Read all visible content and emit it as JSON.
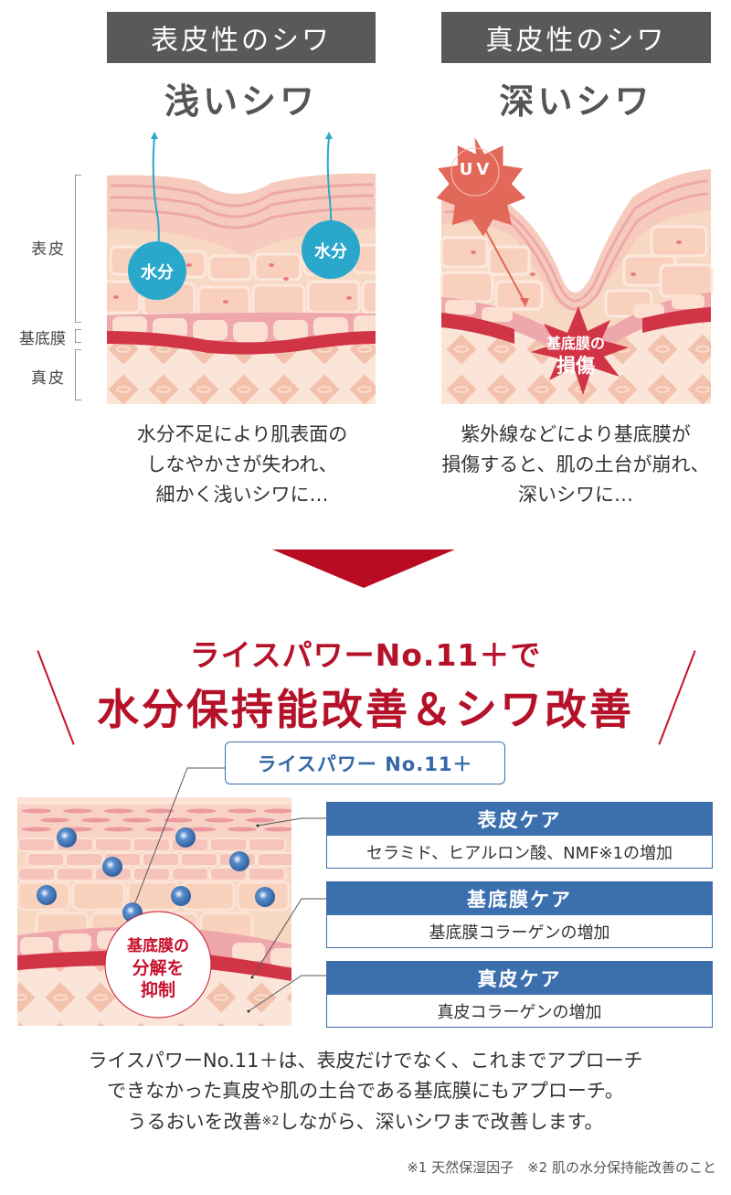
{
  "left_panel": {
    "type_label": "表皮性のシワ",
    "title": "浅いシワ",
    "bubble_label": "水分",
    "description": [
      "水分不足により肌表面の",
      "しなやかさが失われ、",
      "細かく浅いシワに…"
    ]
  },
  "right_panel": {
    "type_label": "真皮性のシワ",
    "title": "深いシワ",
    "uv_label": "UV",
    "damage_label_line1": "基底膜の",
    "damage_label_line2": "損傷",
    "description": [
      "紫外線などにより基底膜が",
      "損傷すると、肌の土台が崩れ、",
      "深いシワに…"
    ]
  },
  "layer_labels": {
    "epidermis": "表皮",
    "basement_membrane": "基底膜",
    "dermis": "真皮"
  },
  "headline": {
    "line1": "ライスパワーNo.11＋で",
    "line2": "水分保持能改善＆シワ改善"
  },
  "product": {
    "name": "ライスパワー No.11＋",
    "suppression_line1": "基底膜の",
    "suppression_line2": "分解を",
    "suppression_line3": "抑制"
  },
  "care_items": [
    {
      "title": "表皮ケア",
      "body": "セラミド、ヒアルロン酸、NMF※1の増加"
    },
    {
      "title": "基底膜ケア",
      "body": "基底膜コラーゲンの増加"
    },
    {
      "title": "真皮ケア",
      "body": "真皮コラーゲンの増加"
    }
  ],
  "summary": {
    "line1": "ライスパワーNo.11＋は、表皮だけでなく、これまでアプローチ",
    "line2": "できなかった真皮や肌の土台である基底膜にもアプローチ。",
    "line3a": "うるおいを改善",
    "line3_sup": "※2",
    "line3b": "しながら、深いシワまで改善します。"
  },
  "footnote": "※1 天然保湿因子　※2 肌の水分保持能改善のこと",
  "colors": {
    "header_gray": "#5a5859",
    "accent_red": "#b5122a",
    "accent_blue": "#3b6fae",
    "water_blue": "#2aa8cc",
    "uv_orange": "#e2685a",
    "membrane_red": "#d13545",
    "skin_light": "#f9dfd1"
  }
}
